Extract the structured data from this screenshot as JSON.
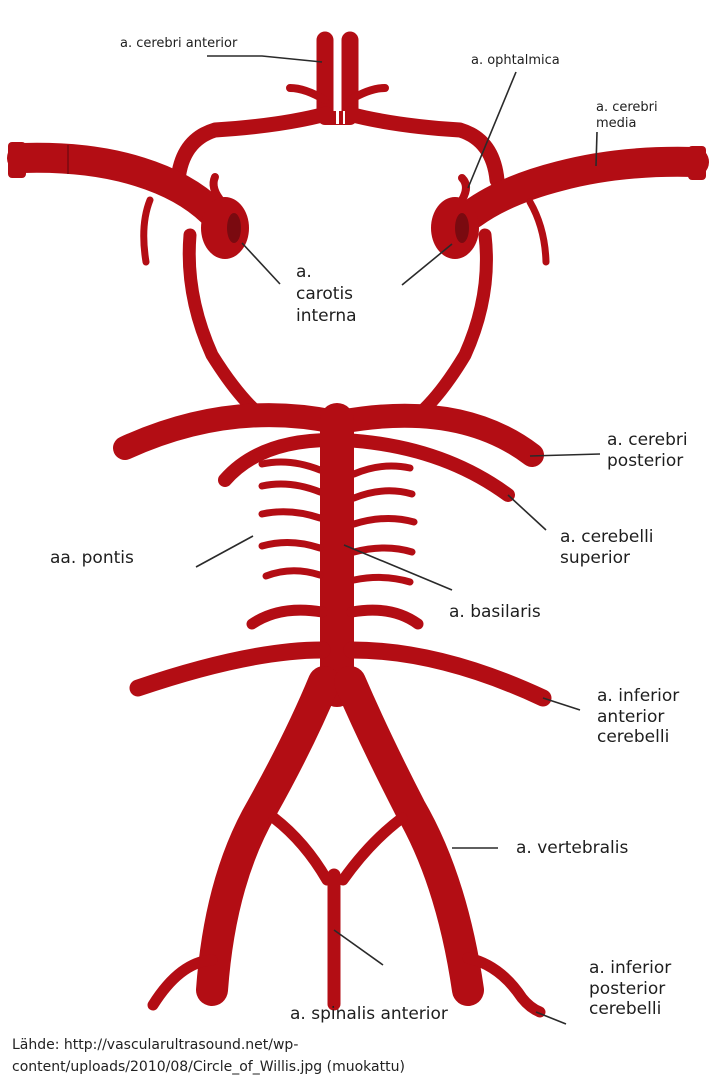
{
  "diagram": {
    "artery_color": "#b30d14",
    "artery_dark": "#7a0a10",
    "leader_color": "#2a2a2a"
  },
  "labels": {
    "cerebri_anterior": "a. cerebri anterior",
    "ophtalmica": "a. ophtalmica",
    "cerebri_media": [
      "a. cerebri",
      "media"
    ],
    "carotis_interna": [
      "a.",
      "carotis",
      "interna"
    ],
    "cerebri_posterior": [
      "a. cerebri",
      "posterior"
    ],
    "cerebelli_superior": [
      "a. cerebelli",
      "superior"
    ],
    "pontis": "aa. pontis",
    "basilaris": "a. basilaris",
    "inferior_anterior": [
      "a. inferior",
      "anterior",
      "cerebelli"
    ],
    "vertebralis": "a. vertebralis",
    "inferior_posterior": [
      "a. inferior",
      "posterior",
      "cerebelli"
    ],
    "spinalis_anterior": "a. spinalis anterior"
  },
  "source": {
    "line1": "Lähde: http://vascularultrasound.net/wp-",
    "line2": "content/uploads/2010/08/Circle_of_Willis.jpg (muokattu)"
  }
}
